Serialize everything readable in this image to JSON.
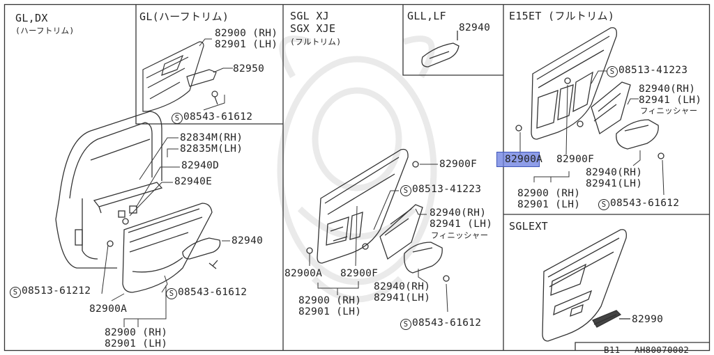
{
  "panels": {
    "gl_dx": {
      "title": "GL,DX",
      "subtitle": "(ハーフトリム)"
    },
    "gl_half": {
      "title": "GL(ハーフトリム)"
    },
    "sgl": {
      "title_lines": [
        "SGL XJ",
        "SGX XJE"
      ],
      "subtitle": "(フルトリム)"
    },
    "gll_lf": {
      "title": "GLL,LF"
    },
    "e15et": {
      "title": "E15ET (フルトリム)"
    },
    "sglext": {
      "title": "SGLEXT"
    }
  },
  "labels": {
    "gl_half_82900": "82900 (RH)",
    "gl_half_82901": "82901 (LH)",
    "gl_half_82950": "82950",
    "gl_half_screw": "08543-61612",
    "left_82834m": "82834M(RH)",
    "left_82835m": "82835M(LH)",
    "left_82940d": "82940D",
    "left_82940e": "82940E",
    "left_82940": "82940",
    "left_screw_a": "08513-61212",
    "left_screw_b": "08543-61612",
    "left_82900a": "82900A",
    "left_82900": "82900 (RH)",
    "left_82901": "82901 (LH)",
    "sgl_82900f_top": "82900F",
    "sgl_screw_top": "08513-41223",
    "sgl_82940_rh": "82940(RH)",
    "sgl_82941_lh": "82941 (LH)",
    "sgl_finisher": "フィニッシャー",
    "sgl_82900a": "82900A",
    "sgl_82900f": "82900F",
    "sgl_82940_rh2": "82940(RH)",
    "sgl_82941_lh2": "82941(LH)",
    "sgl_82900": "82900 (RH)",
    "sgl_82901": "82901 (LH)",
    "sgl_screw_bottom": "08543-61612",
    "gll_82940": "82940",
    "e15_screw_top": "08513-41223",
    "e15_82940_rh": "82940(RH)",
    "e15_82941_lh": "82941 (LH)",
    "e15_finisher": "フィニッシャー",
    "e15_82900a": "82900A",
    "e15_82900f": "82900F",
    "e15_82940_rh2": "82940(RH)",
    "e15_82941_lh2": "82941(LH)",
    "e15_82900": "82900 (RH)",
    "e15_82901": "82901 (LH)",
    "e15_screw_bottom": "08543-61612",
    "sglext_82990": "82990"
  },
  "screw_symbol": "S",
  "footer": {
    "code": "B11",
    "ref": "AH80070002"
  },
  "highlight_color": "#6e82e1"
}
